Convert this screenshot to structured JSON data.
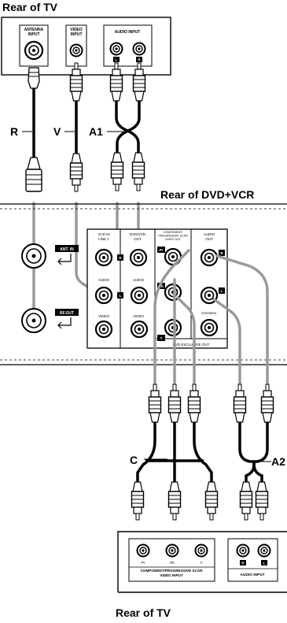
{
  "headings": {
    "rear_tv_top": "Rear of TV",
    "rear_dvd_vcr": "Rear of DVD+VCR",
    "rear_tv_bottom": "Rear of TV"
  },
  "tv_top": {
    "antenna_input": [
      "ANTENNA",
      "INPUT"
    ],
    "video_input": [
      "VIDEO",
      "INPUT"
    ],
    "audio_input": "AUDIO INPUT",
    "audio_l": "L",
    "audio_r": "R"
  },
  "cable_labels": {
    "r": "R",
    "v": "V",
    "a1": "A1",
    "c": "C",
    "a2": "A2"
  },
  "dvd_vcr": {
    "ant_in": "ANT. IN",
    "rf_out": "RF.OUT",
    "vcr_in": [
      "VCR IN",
      "LINE 1"
    ],
    "dvd_vcr_out": [
      "DVD/VCR",
      "OUT"
    ],
    "component": [
      "COMPONENT/",
      "PROGRESSIVE SCAN",
      "VIDEO OUT"
    ],
    "audio_out": [
      "AUDIO",
      "OUT"
    ],
    "audio": "AUDIO",
    "video": "VIDEO",
    "coaxial": "COAXIAL",
    "dvd_exclusive_out": "DVD EXCLUSIVE OUT",
    "r": "R",
    "l": "L",
    "pr": "Pr",
    "pb": "Pb",
    "y": "Y"
  },
  "tv_bottom": {
    "pr": "Pr",
    "pb": "Pb",
    "y": "Y",
    "component_label": [
      "COMPONENT/PROGRESSIVE SCAN",
      "VIDEO INPUT"
    ],
    "audio_input": "AUDIO INPUT",
    "r": "R",
    "l": "L"
  }
}
